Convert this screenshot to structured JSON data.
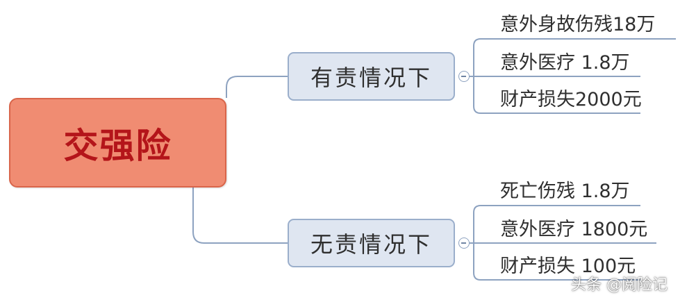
{
  "root": {
    "label": "交强险"
  },
  "branches": [
    {
      "label": "有责情况下",
      "leaves": [
        "意外身故伤残18万",
        "意外医疗 1.8万",
        "财产损失2000元"
      ]
    },
    {
      "label": "无责情况下",
      "leaves": [
        "死亡伤残 1.8万",
        "意外医疗 1800元",
        "财产损失 100元"
      ]
    }
  ],
  "watermark": "头条 @阅险记",
  "colors": {
    "root_fill": "#f08c72",
    "root_text": "#b4151a",
    "branch_fill": "#dfe6f1",
    "branch_border": "#9aaecb",
    "connector": "#8da2c0"
  }
}
